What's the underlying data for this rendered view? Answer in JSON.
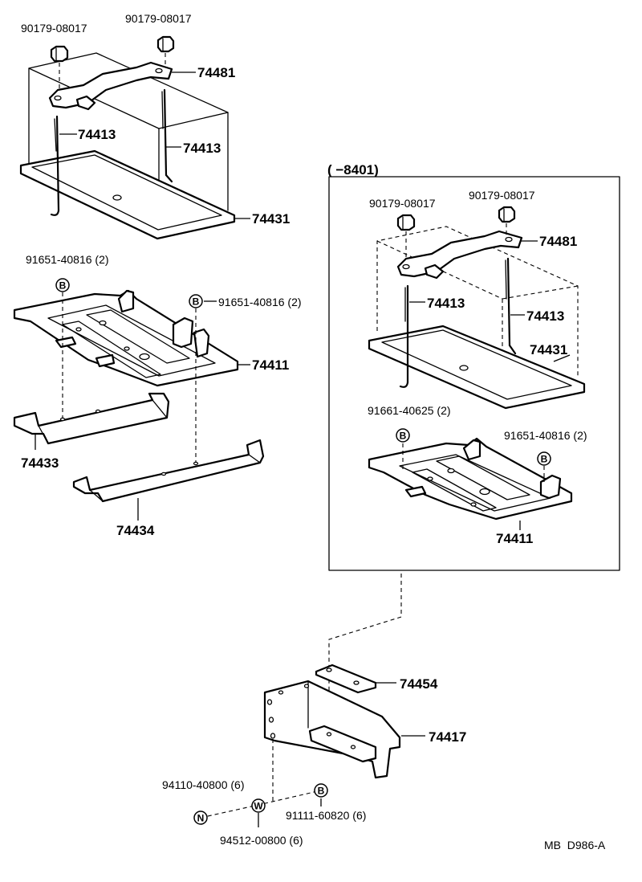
{
  "labels": {
    "nut_left_a": "90179-08017",
    "nut_left_b": "90179-08017",
    "clamp_left": "74481",
    "rod_left_a": "74413",
    "rod_left_b": "74413",
    "tray_left": "74431",
    "bolt_left_a": "91651-40816 (2)",
    "bolt_left_b": "91651-40816 (2)",
    "carrier_left": "74411",
    "bracket_a": "74433",
    "bracket_b": "74434",
    "variant_range": "(        −8401)",
    "nut_right_a": "90179-08017",
    "nut_right_b": "90179-08017",
    "clamp_right": "74481",
    "rod_right_a": "74413",
    "rod_right_b": "74413",
    "tray_right": "74431",
    "bolt_right_a": "91661-40625 (2)",
    "bolt_right_b": "91651-40816 (2)",
    "carrier_right": "74411",
    "plate": "74454",
    "support": "74417",
    "washer_n": "94110-40800 (6)",
    "bolt_bottom": "91111-60820 (6)",
    "washer_w": "94512-00800 (6)",
    "drawing_id": "MB  D986-A"
  },
  "symbols": {
    "bolt": "B",
    "washer_plain": "N",
    "washer_spring": "W"
  }
}
